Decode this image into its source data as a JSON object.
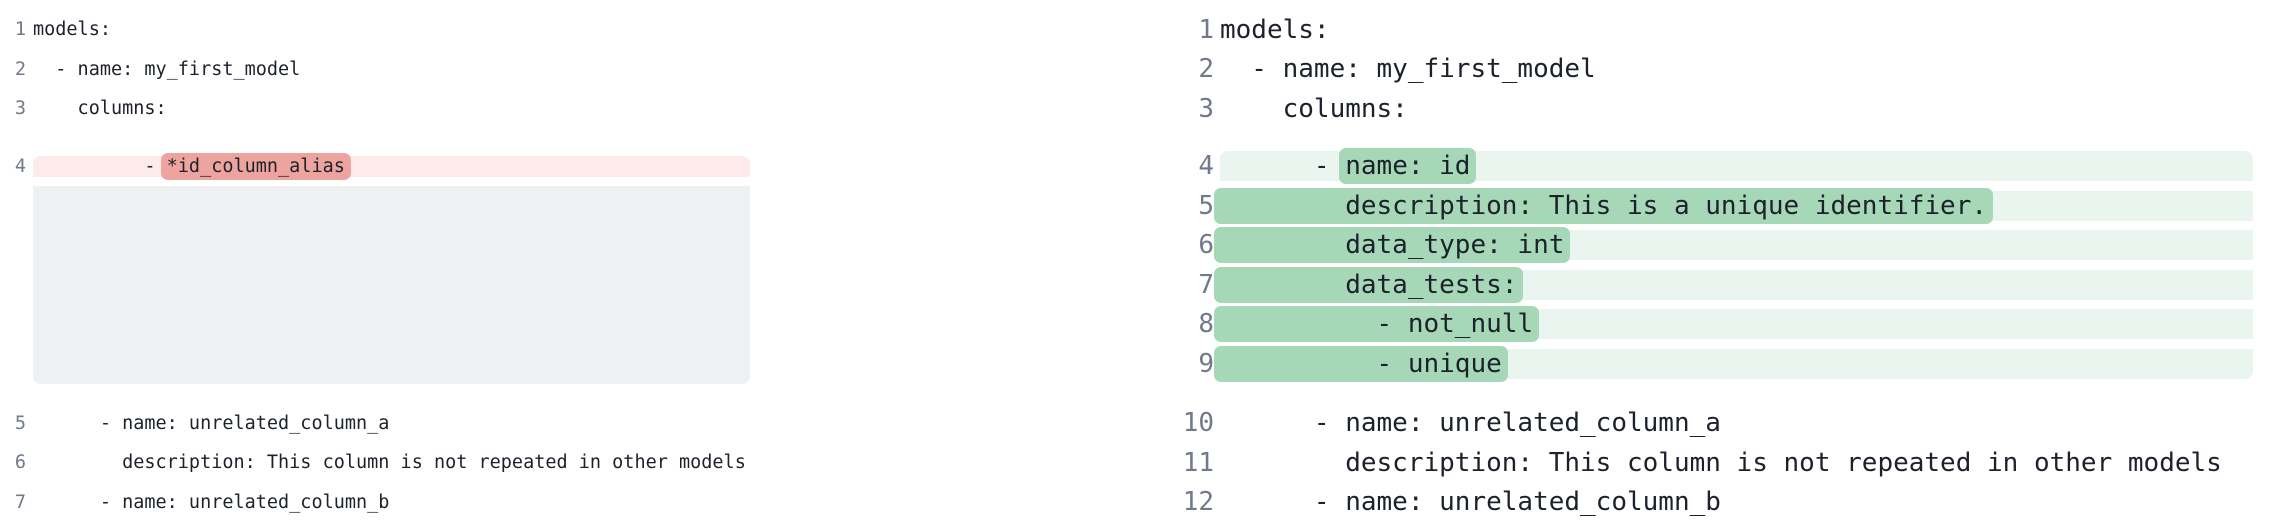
{
  "app": {
    "description": "Side-by-side YAML code diff showing a dbt model schema before and after expanding an anchor alias",
    "colors": {
      "background": "#ffffff",
      "code_text": "#1c212b",
      "line_number": "#707a8a",
      "removed_row_bg": "#fcebe9",
      "removed_token_bg": "#eda49f",
      "added_row_bg": "#e9f5ee",
      "added_token_bg": "#a6d7b7",
      "spacer_block_bg": "#eef0f2"
    }
  },
  "panels": [
    {
      "id": "before",
      "lines": [
        {
          "num": "1",
          "type": "context",
          "segments": [
            {
              "text": "models:"
            }
          ]
        },
        {
          "num": "2",
          "type": "context",
          "segments": [
            {
              "text": "  - name: my_first_model"
            }
          ]
        },
        {
          "num": "3",
          "type": "context",
          "segments": [
            {
              "text": "    columns:"
            }
          ]
        },
        {
          "type": "group",
          "rows": [
            {
              "num": "4",
              "type": "removed",
              "segments": [
                {
                  "text": "          - "
                },
                {
                  "text": "*id_column_alias",
                  "mark": true
                }
              ]
            },
            {
              "type": "spacer"
            }
          ]
        },
        {
          "num": "5",
          "type": "context",
          "segments": [
            {
              "text": "      - name: unrelated_column_a"
            }
          ]
        },
        {
          "num": "6",
          "type": "context",
          "segments": [
            {
              "text": "        description: This column is not repeated in other models"
            }
          ]
        },
        {
          "num": "7",
          "type": "context",
          "segments": [
            {
              "text": "      - name: unrelated_column_b"
            }
          ]
        }
      ]
    },
    {
      "id": "after",
      "lines": [
        {
          "num": "1",
          "type": "context",
          "segments": [
            {
              "text": "models:"
            }
          ]
        },
        {
          "num": "2",
          "type": "context",
          "segments": [
            {
              "text": "  - name: my_first_model"
            }
          ]
        },
        {
          "num": "3",
          "type": "context",
          "segments": [
            {
              "text": "    columns:"
            }
          ]
        },
        {
          "type": "group",
          "rows": [
            {
              "num": "4",
              "type": "added",
              "segments": [
                {
                  "text": "      - "
                },
                {
                  "text": "name: id",
                  "mark": true
                }
              ]
            },
            {
              "num": "5",
              "type": "added",
              "segments": [
                {
                  "text": "        description: This is a unique identifier.",
                  "mark": true
                }
              ]
            },
            {
              "num": "6",
              "type": "added",
              "segments": [
                {
                  "text": "        data_type: int",
                  "mark": true
                }
              ]
            },
            {
              "num": "7",
              "type": "added",
              "segments": [
                {
                  "text": "        data_tests:",
                  "mark": true
                }
              ]
            },
            {
              "num": "8",
              "type": "added",
              "segments": [
                {
                  "text": "          - not_null",
                  "mark": true
                }
              ]
            },
            {
              "num": "9",
              "type": "added",
              "segments": [
                {
                  "text": "          - unique",
                  "mark": true
                }
              ]
            }
          ]
        },
        {
          "num": "10",
          "type": "context",
          "segments": [
            {
              "text": "      - name: unrelated_column_a"
            }
          ]
        },
        {
          "num": "11",
          "type": "context",
          "segments": [
            {
              "text": "        description: This column is not repeated in other models"
            }
          ]
        },
        {
          "num": "12",
          "type": "context",
          "segments": [
            {
              "text": "      - name: unrelated_column_b"
            }
          ]
        }
      ]
    }
  ]
}
